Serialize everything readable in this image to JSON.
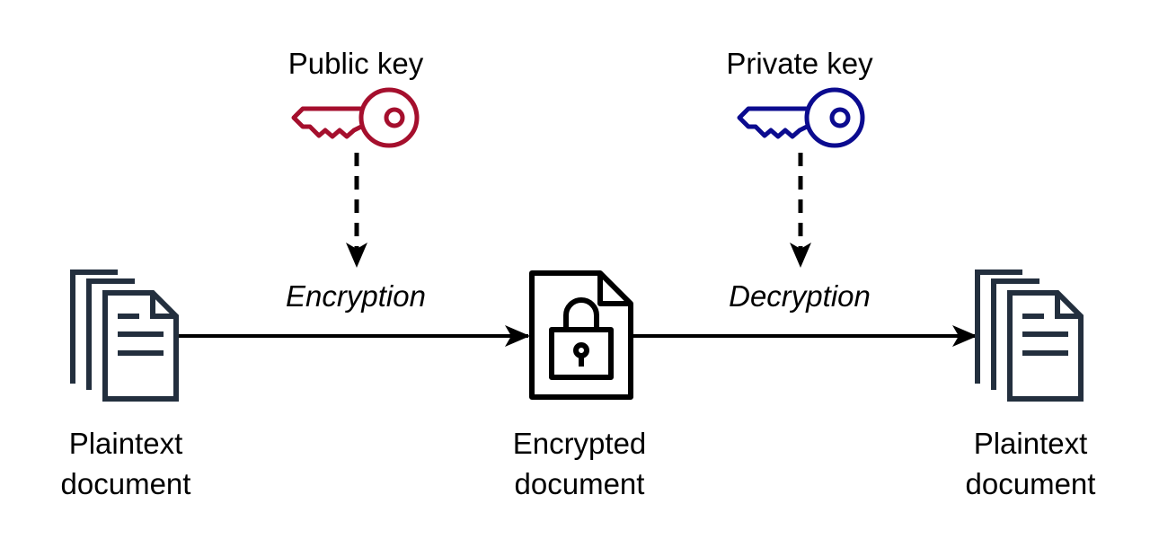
{
  "keys": {
    "public": {
      "label": "Public key",
      "color": "#a50f2d"
    },
    "private": {
      "label": "Private key",
      "color": "#0b0b8f"
    }
  },
  "steps": {
    "encryption": "Encryption",
    "decryption": "Decryption"
  },
  "documents": {
    "plaintext_left": {
      "line1": "Plaintext",
      "line2": "document",
      "color": "#232f3e"
    },
    "encrypted": {
      "line1": "Encrypted",
      "line2": "document",
      "color": "#000000"
    },
    "plaintext_right": {
      "line1": "Plaintext",
      "line2": "document",
      "color": "#232f3e"
    }
  }
}
